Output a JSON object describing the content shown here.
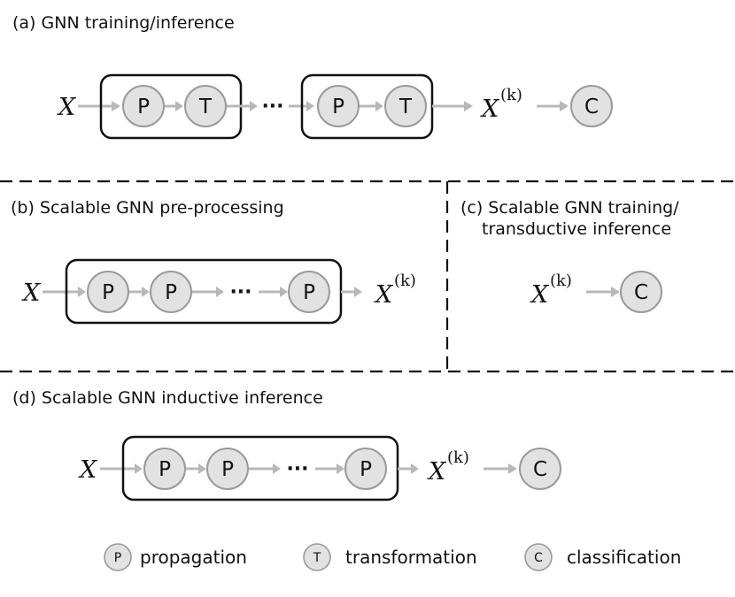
{
  "sections": {
    "a_title": "(a) GNN training/inference",
    "b_title": "(b) Scalable GNN pre-processing",
    "c_title_line1": "(c) Scalable GNN training/",
    "c_title_line2": "transductive inference",
    "d_title": "(d) Scalable GNN inductive inference"
  },
  "symbols": {
    "input": "X",
    "output_base": "X",
    "output_sup": "(k)",
    "ellipsis": "···"
  },
  "nodes": {
    "propagation": "P",
    "transformation": "T",
    "classification": "C"
  },
  "legend": {
    "p_letter": "P",
    "p_text": "propagation",
    "t_letter": "T",
    "t_text": "transformation",
    "c_letter": "C",
    "c_text": "classification"
  },
  "colors": {
    "node_fill": "#e2e2e2",
    "node_stroke": "#9a9a9a",
    "arrow": "#b8b8b8",
    "box_stroke": "#111111"
  }
}
